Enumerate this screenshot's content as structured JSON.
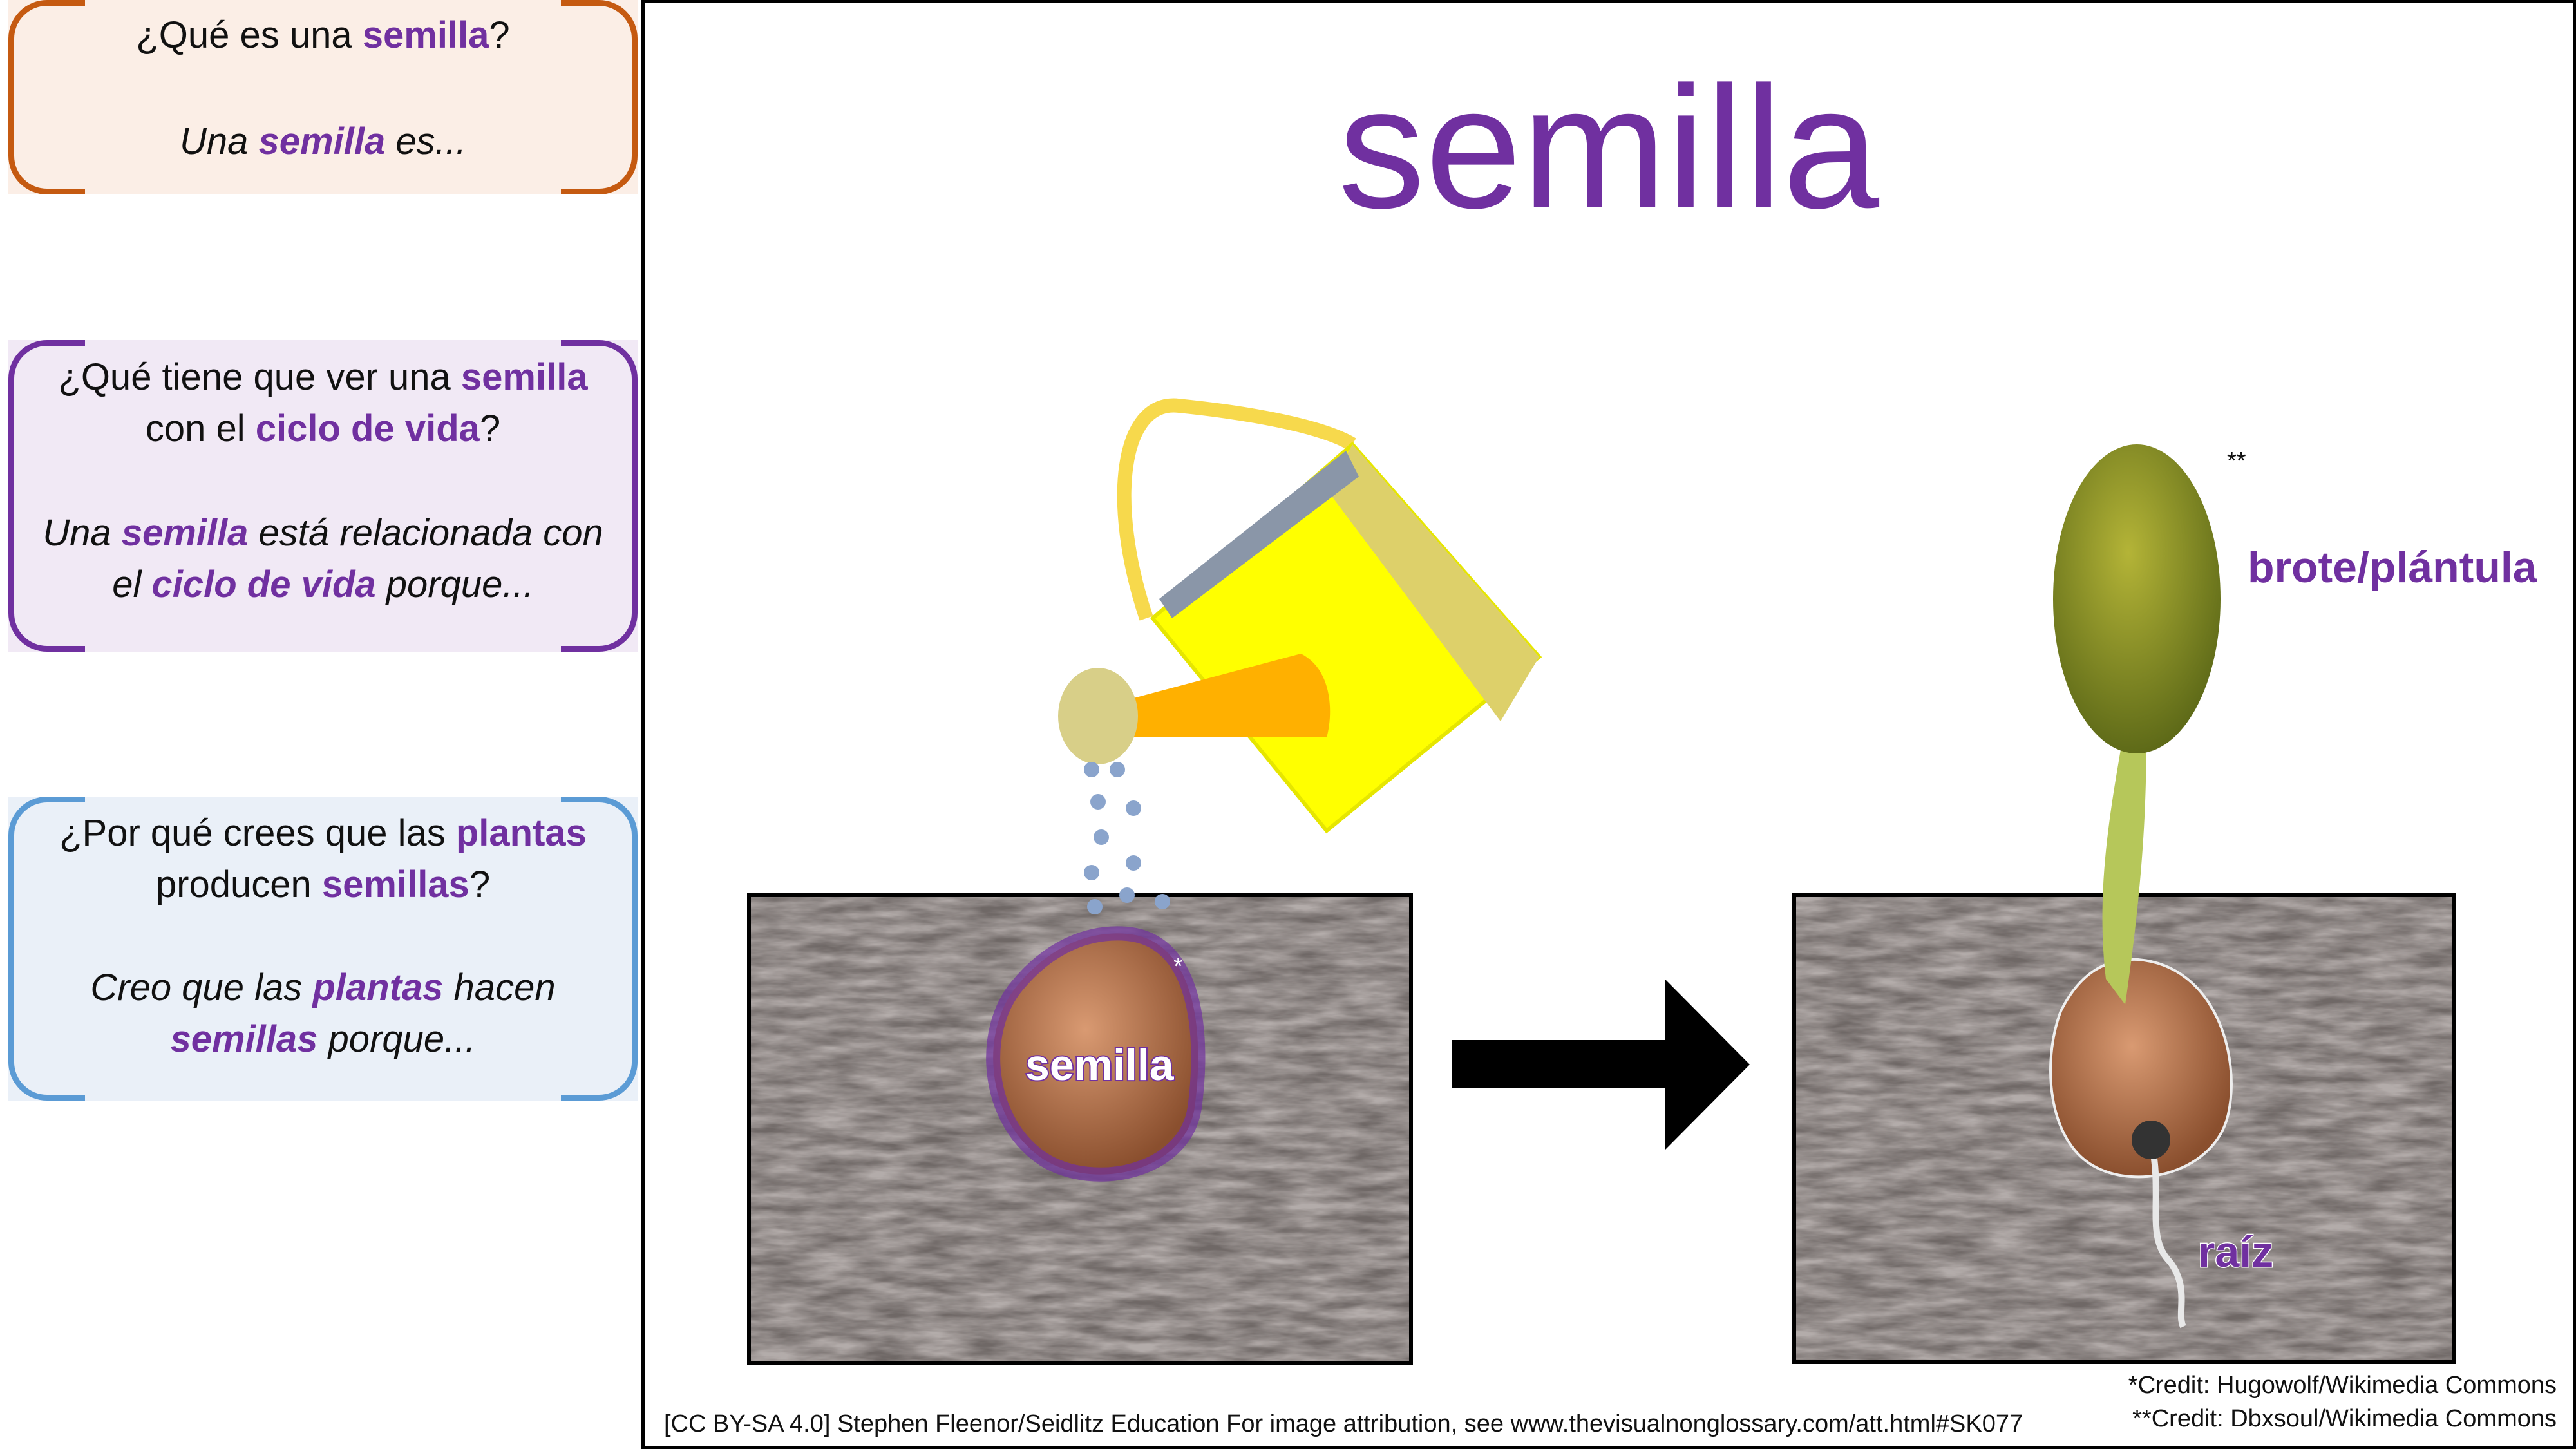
{
  "questions": [
    {
      "q": [
        "¿Qué es una ",
        "semilla",
        "?"
      ],
      "a": [
        "Una ",
        "semilla",
        " es..."
      ],
      "color": "#C55A11"
    },
    {
      "q": [
        "¿Qué tiene que ver una ",
        "semilla",
        " con el ",
        "ciclo de vida",
        "?"
      ],
      "a": [
        "Una ",
        "semilla",
        " está relacionada con el ",
        "ciclo de vida",
        " porque..."
      ],
      "color": "#7030A0"
    },
    {
      "q": [
        "¿Por qué crees que las ",
        "plantas",
        " producen ",
        "semillas",
        "?"
      ],
      "a": [
        "Creo que las ",
        "plantas",
        " hacen ",
        "semillas",
        " porque..."
      ],
      "color": "#5B9BD5"
    }
  ],
  "main": {
    "title": "semilla",
    "seed_label": "semilla",
    "seed_mark": "*",
    "sprout_label": "brote/plántula",
    "sprout_mark": "**",
    "root_label": "raíz",
    "credit1": "*Credit: Hugowolf/Wikimedia Commons",
    "credit2": "**Credit: Dbxsoul/Wikimedia Commons",
    "attribution": "[CC BY-SA 4.0] Stephen Fleenor/Seidlitz Education For image attribution, see www.thevisualnonglossary.com/att.html#SK077"
  },
  "accent": "#7030A0"
}
